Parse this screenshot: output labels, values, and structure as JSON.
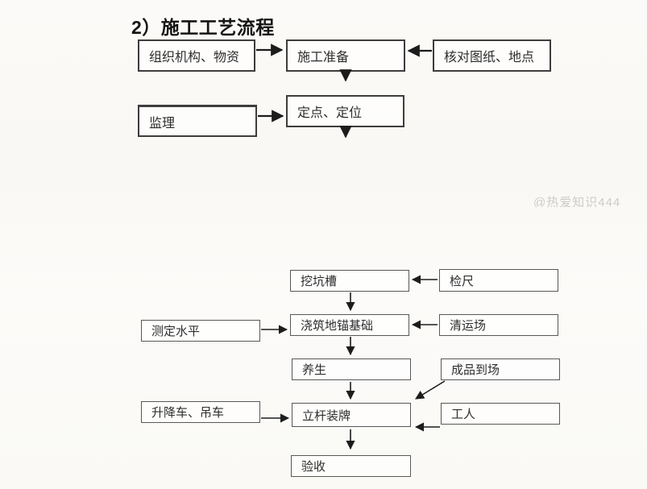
{
  "title": "2）施工工艺流程",
  "watermark": "@热爱知识444",
  "nodes": {
    "org": "组织机构、物资",
    "prep": "施工准备",
    "check": "核对图纸、地点",
    "supervision": "监理",
    "positioning": "定点、定位",
    "dig_pit": "挖坑槽",
    "gauge": "检尺",
    "measure_level": "测定水平",
    "anchor_foundation": "浇筑地锚基础",
    "clear_site": "清运场",
    "curing": "养生",
    "goods_arrival": "成品到场",
    "crane": "升降车、吊车",
    "erect_pole": "立杆装牌",
    "worker": "工人",
    "acceptance": "验收"
  },
  "colors": {
    "background": "#faf8f5",
    "box_border": "#3f3f3f",
    "text": "#2e2e2e",
    "arrow": "#1c1c1c",
    "watermark": "#cdccc8"
  }
}
